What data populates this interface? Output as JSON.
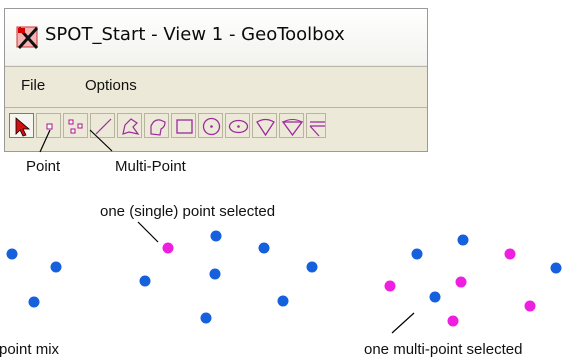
{
  "window": {
    "title": "SPOT_Start - View 1 - GeoToolbox",
    "menu": [
      "File",
      "Options"
    ],
    "icon": "globe-toolbox-icon"
  },
  "toolbar": {
    "tools": [
      {
        "name": "select-arrow-tool-button",
        "icon": "arrow-icon"
      },
      {
        "name": "point-tool-button",
        "icon": "point-icon"
      },
      {
        "name": "multi-point-tool-button",
        "icon": "multi-point-icon"
      },
      {
        "name": "line-tool-button",
        "icon": "line-icon"
      },
      {
        "name": "polyline-tool-button",
        "icon": "polyline-icon"
      },
      {
        "name": "polygon-tool-button",
        "icon": "polygon-icon"
      },
      {
        "name": "rectangle-tool-button",
        "icon": "rectangle-icon"
      },
      {
        "name": "circle-tool-button",
        "icon": "circle-icon"
      },
      {
        "name": "ellipse-tool-button",
        "icon": "ellipse-icon"
      },
      {
        "name": "sector-tool-button",
        "icon": "sector-icon"
      },
      {
        "name": "triangle-tool-button",
        "icon": "triangle-icon"
      },
      {
        "name": "partial-tool-button",
        "icon": "partial-shape-icon"
      }
    ]
  },
  "annotations": {
    "point_label": "Point",
    "multi_point_label": "Multi-Point",
    "single_selected_label": "one (single) point selected",
    "mix_label": "point mix",
    "multi_selected_label": "one multi-point selected"
  },
  "colors": {
    "unselected_point": "#1560dc",
    "selected_point": "#ee1fe1"
  }
}
